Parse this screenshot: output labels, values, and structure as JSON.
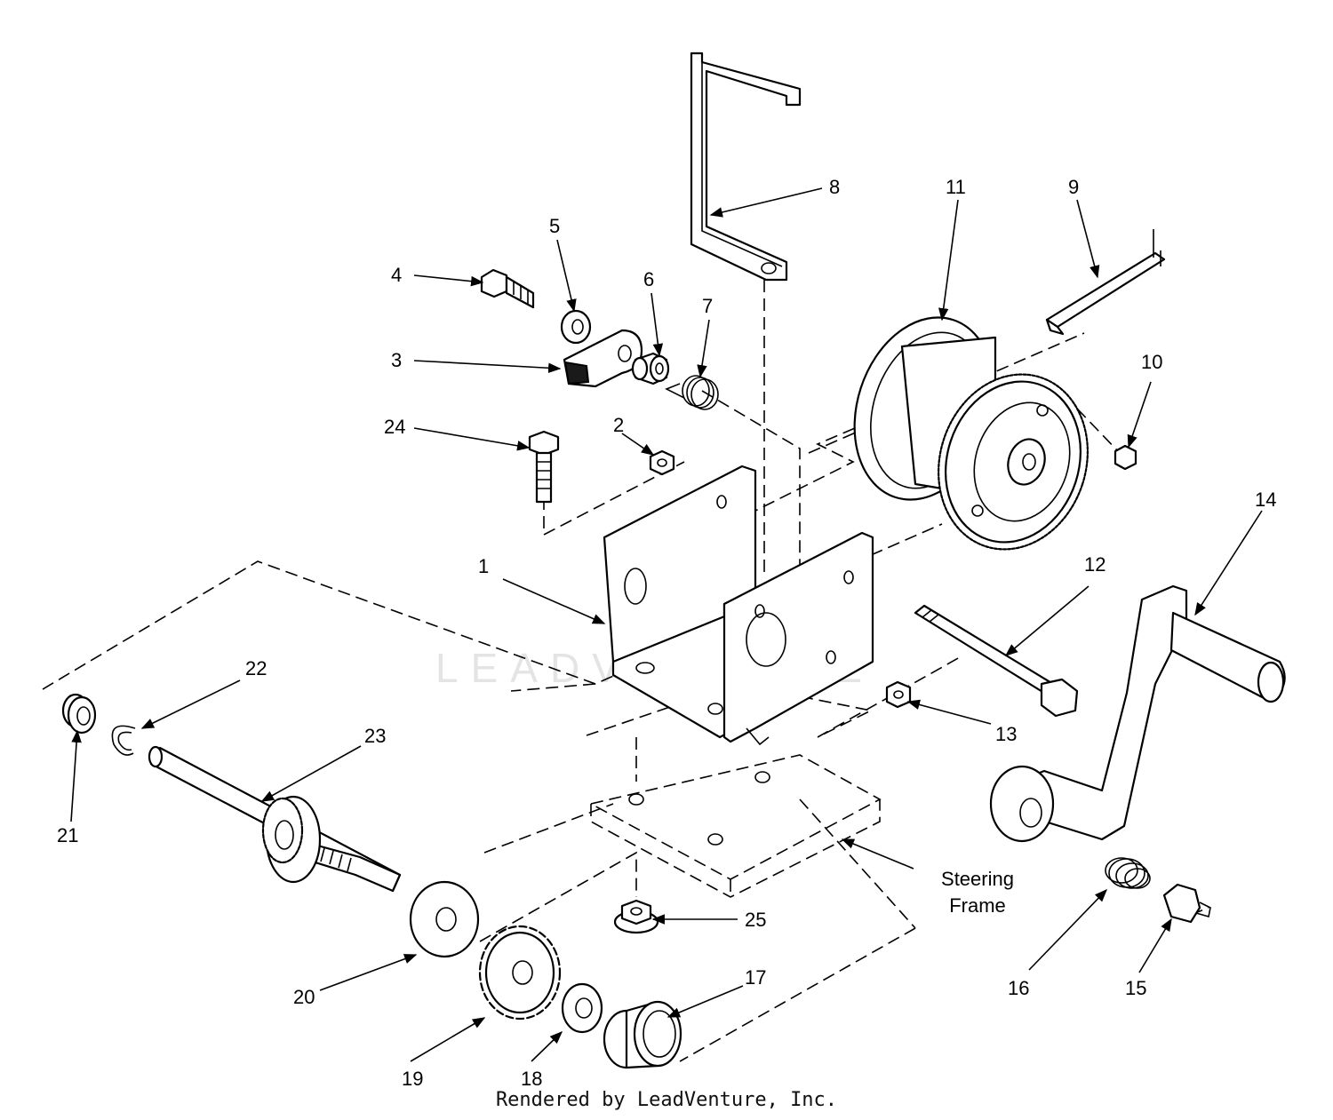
{
  "callouts": {
    "c1": "1",
    "c2": "2",
    "c3": "3",
    "c4": "4",
    "c5": "5",
    "c6": "6",
    "c7": "7",
    "c8": "8",
    "c9": "9",
    "c10": "10",
    "c11": "11",
    "c12": "12",
    "c13": "13",
    "c14": "14",
    "c15": "15",
    "c16": "16",
    "c17": "17",
    "c18": "18",
    "c19": "19",
    "c20": "20",
    "c21": "21",
    "c22": "22",
    "c23": "23",
    "c24": "24",
    "c25": "25"
  },
  "frame_label_line1": "Steering",
  "frame_label_line2": "Frame",
  "watermark": "LEADVENTURE",
  "credit": "Rendered by LeadVenture, Inc."
}
